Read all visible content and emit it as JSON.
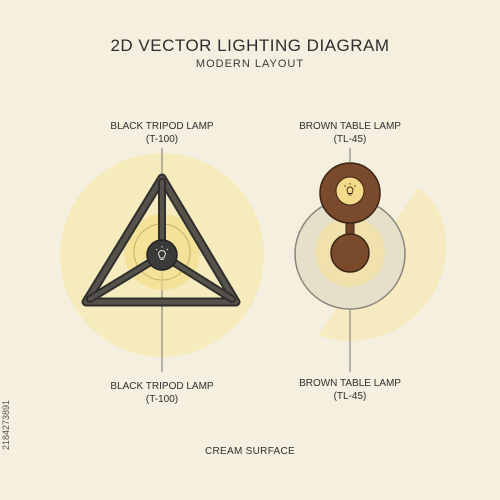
{
  "header": {
    "title": "2D VECTOR LIGHTING DIAGRAM",
    "subtitle": "MODERN LAYOUT"
  },
  "lamps": {
    "tripod": {
      "top_label": {
        "name": "BLACK TRIPOD LAMP",
        "code": "(T-100)"
      },
      "bottom_label": {
        "name": "BLACK TRIPOD LAMP",
        "code": "(T-100)"
      }
    },
    "table": {
      "top_label": {
        "name": "BROWN TABLE LAMP",
        "code": "(TL-45)"
      },
      "bottom_label": {
        "name": "BROWN TABLE LAMP",
        "code": "(TL-45)"
      }
    }
  },
  "surface_label": "CREAM SURFACE",
  "stock_id": "2184273891",
  "colors": {
    "background": "#f4efdf",
    "glow": "#f5e6a8",
    "tripod": "#3a3a38",
    "lamp_brown": "#7a4a2c",
    "lamp_glow": "#f3d98a",
    "shade_ring": "#e4ddc8"
  }
}
